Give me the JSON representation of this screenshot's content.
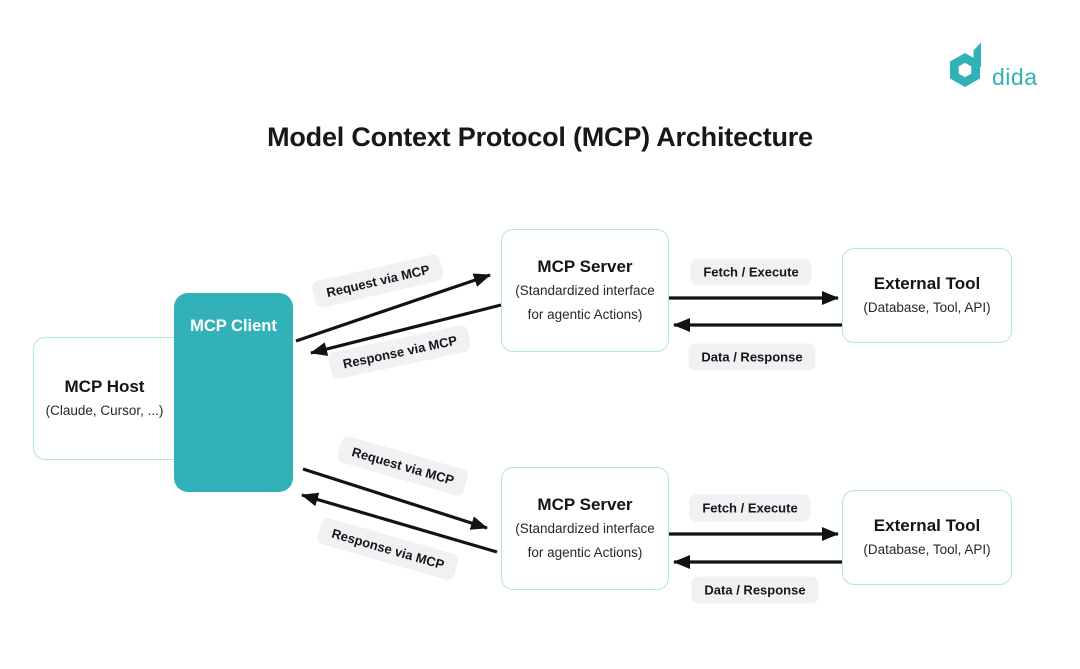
{
  "brand": {
    "name": "dida"
  },
  "title": "Model Context Protocol (MCP) Architecture",
  "nodes": {
    "host": {
      "title": "MCP Host",
      "subtitle": "(Claude, Cursor, ...)"
    },
    "client": {
      "title": "MCP Client"
    },
    "server": {
      "title": "MCP Server",
      "subtitle_line1": "(Standardized interface",
      "subtitle_line2": "for agentic Actions)"
    },
    "external": {
      "title": "External Tool",
      "subtitle": "(Database, Tool, API)"
    }
  },
  "edges": {
    "request": "Request via MCP",
    "response": "Response via MCP",
    "fetch": "Fetch / Execute",
    "data": "Data / Response"
  },
  "colors": {
    "accent_teal": "#33b1b8",
    "box_border": "#b3e4e9",
    "pill_background": "#f1f1f4",
    "arrow_black": "#121316",
    "text_dark": "#17181c"
  }
}
